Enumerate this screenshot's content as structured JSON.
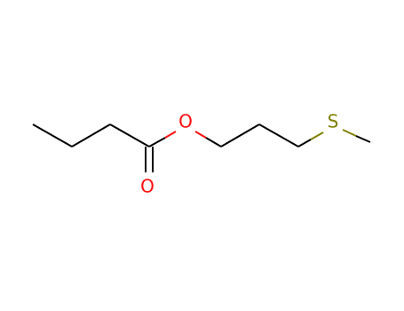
{
  "molecule": {
    "atoms": {
      "ester_oxygen": {
        "symbol": "O",
        "color": "#ff0d0d"
      },
      "carbonyl_oxygen": {
        "symbol": "O",
        "color": "#ff0d0d"
      },
      "sulfur": {
        "symbol": "S",
        "color": "#b2b200"
      }
    },
    "colors": {
      "carbon": "#000000",
      "oxygen": "#ff0d0d",
      "sulfur": "#808000"
    }
  }
}
